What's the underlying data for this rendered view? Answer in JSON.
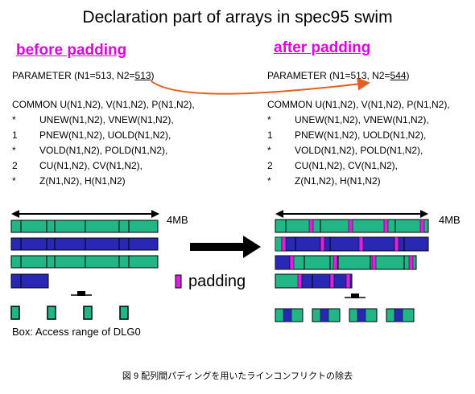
{
  "title": "Declaration part of arrays in spec95 swim",
  "before_heading": "before padding",
  "after_heading": "after padding",
  "param_before": {
    "prefix": "PARAMETER (N1=513, N2=",
    "n2": "513",
    "suffix": ")"
  },
  "param_after": {
    "prefix": "PARAMETER (N1=513, N2=",
    "n2": "544",
    "suffix": ")"
  },
  "common_block": [
    {
      "mark": "",
      "text": "COMMON  U(N1,N2), V(N1,N2), P(N1,N2),"
    },
    {
      "mark": "*",
      "text": "UNEW(N1,N2), VNEW(N1,N2),"
    },
    {
      "mark": "1",
      "text": "PNEW(N1,N2), UOLD(N1,N2),"
    },
    {
      "mark": "*",
      "text": "VOLD(N1,N2), POLD(N1,N2),"
    },
    {
      "mark": "2",
      "text": "CU(N1,N2), CV(N1,N2),"
    },
    {
      "mark": "*",
      "text": "Z(N1,N2), H(N1,N2)"
    }
  ],
  "size_label": "4MB",
  "legend_padding": "padding",
  "caption": "Box: Access range of DLG0",
  "footer": "図 9  配列間パディングを用いたラインコンフリクトの除去",
  "colors": {
    "green": "#22b585",
    "blue": "#2828b4",
    "magenta": "#e020e0",
    "dark": "#104030",
    "arrow": "#e06020"
  }
}
